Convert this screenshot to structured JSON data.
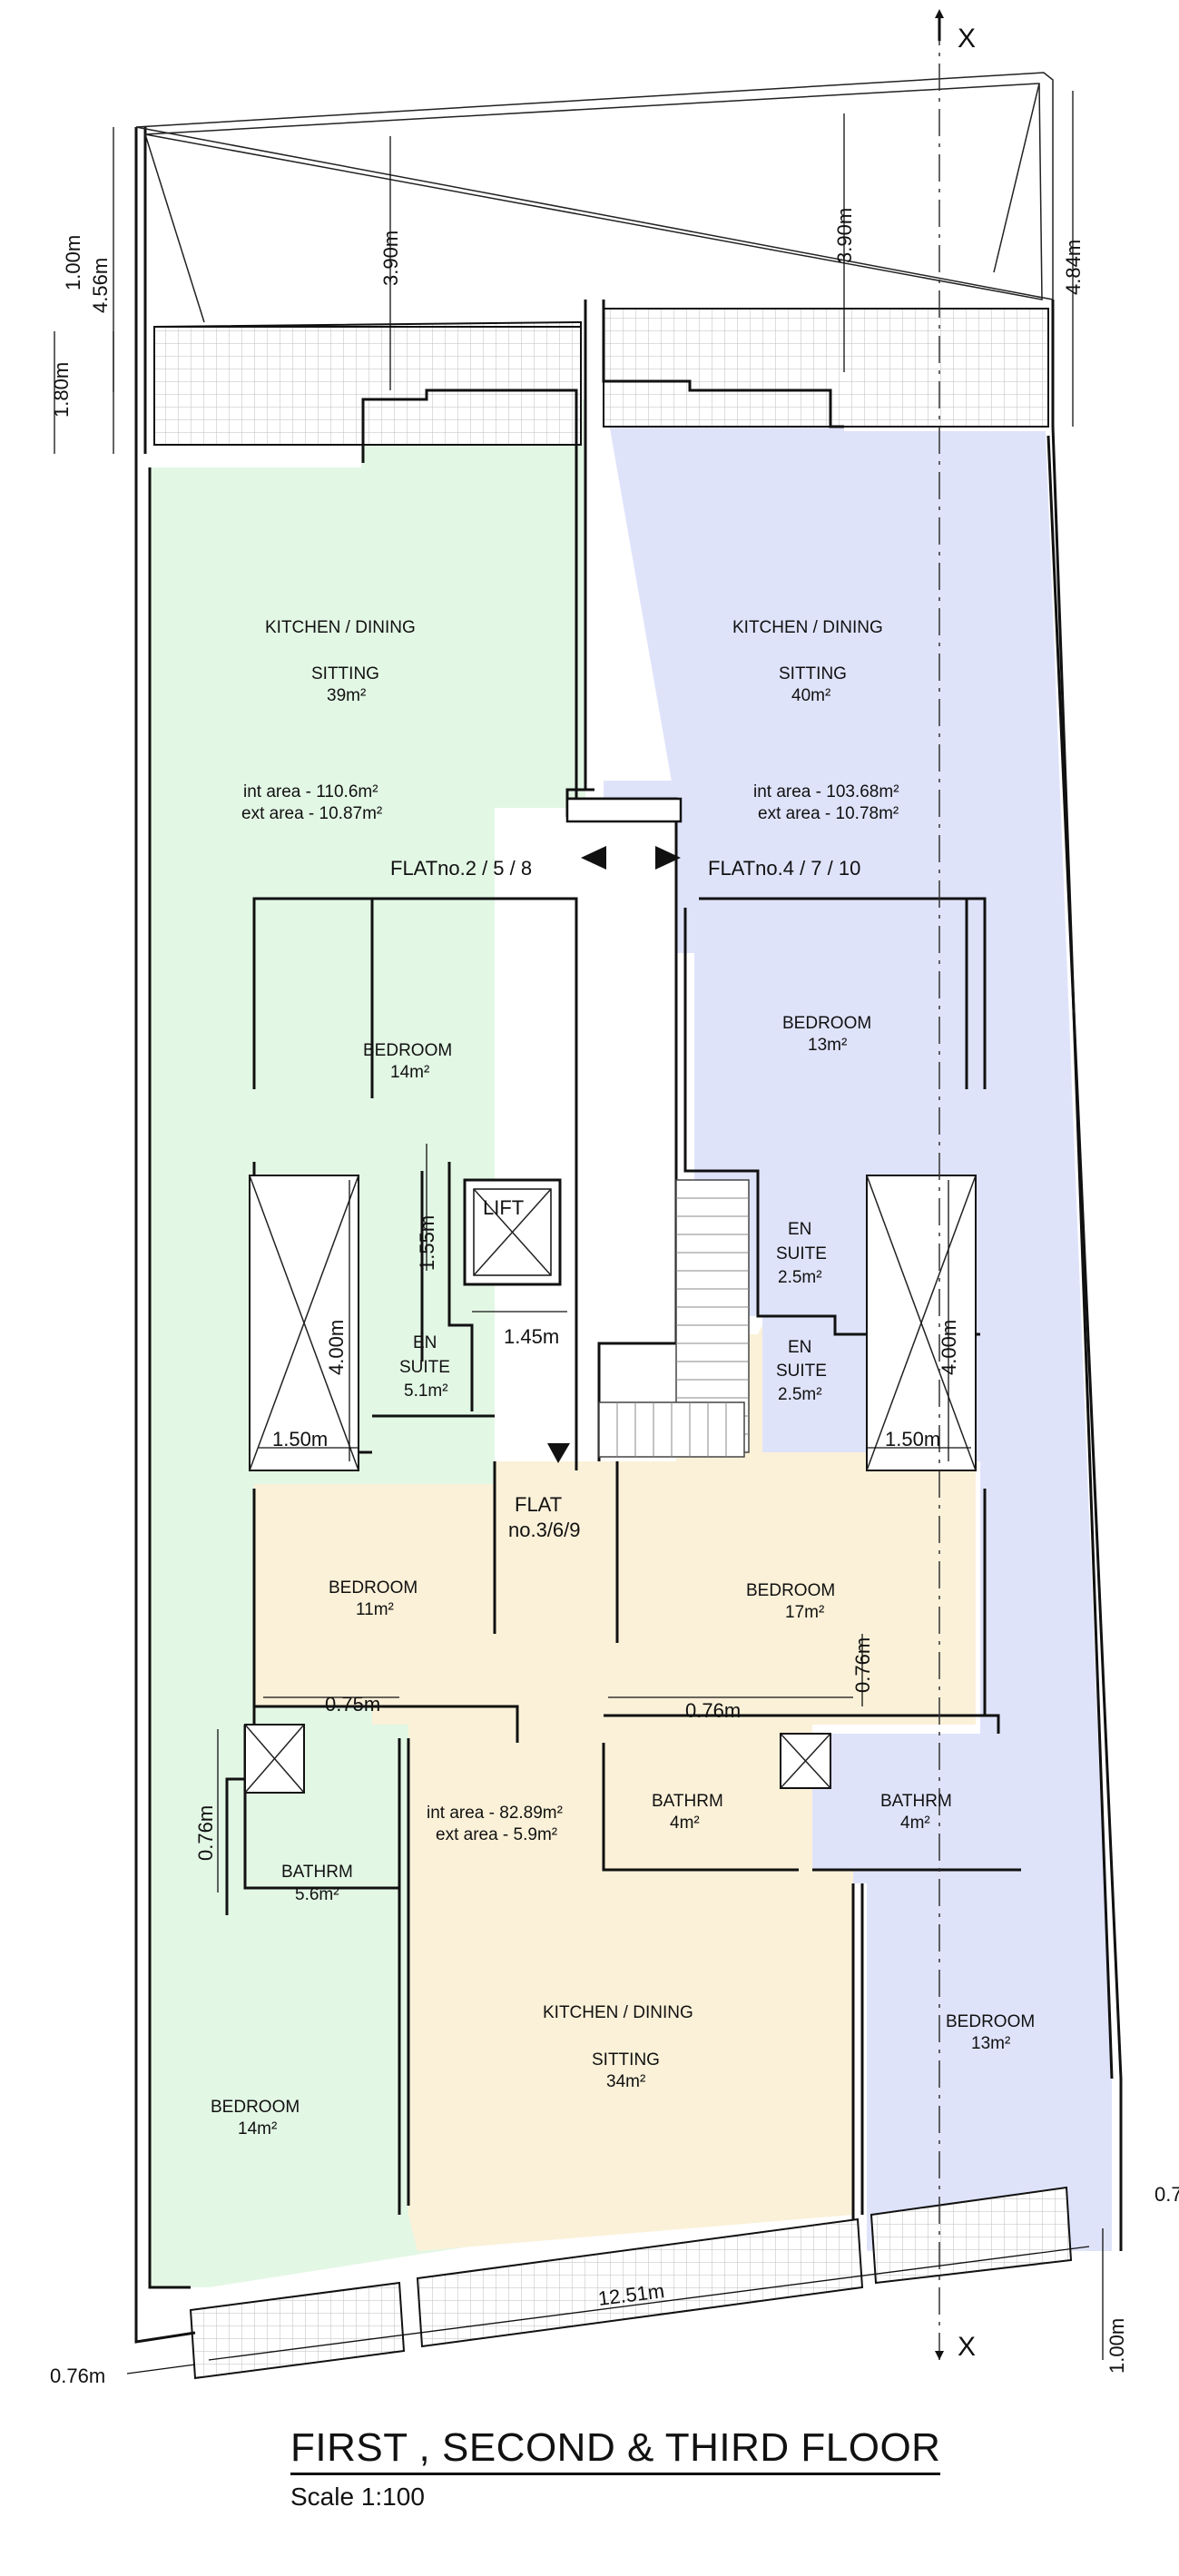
{
  "plan": {
    "axis_marker": "X",
    "flat_a": {
      "label": "FLATno.2 / 5 / 8",
      "kitchen_label": "KITCHEN / DINING",
      "sitting_label": "SITTING",
      "sitting_area": "39m²",
      "int_area": "int area - 110.6m²",
      "ext_area": "ext area - 10.87m²",
      "bedroom_label": "BEDROOM",
      "bedroom_area": "14m²",
      "ensuite_label_1": "EN",
      "ensuite_label_2": "SUITE",
      "ensuite_area": "5.1m²"
    },
    "flat_b": {
      "label": "FLATno.4 / 7 / 10",
      "kitchen_label": "KITCHEN / DINING",
      "sitting_label": "SITTING",
      "sitting_area": "40m²",
      "int_area": "int area - 103.68m²",
      "ext_area": "ext area - 10.78m²",
      "bedroom_label": "BEDROOM",
      "bedroom_area": "13m²",
      "ensuite_label_1": "EN",
      "ensuite_label_2": "SUITE",
      "ensuite_area": "2.5m²",
      "bathroom_label": "BATHRM",
      "bathroom_area": "4m²",
      "bedroom2_label": "BEDROOM",
      "bedroom2_area": "13m²"
    },
    "flat_c": {
      "label_1": "FLAT",
      "label_2": "no.3/6/9",
      "ensuite_label_1": "EN",
      "ensuite_label_2": "SUITE",
      "ensuite_area": "2.5m²",
      "bedroom1_label": "BEDROOM",
      "bedroom1_area": "11m²",
      "bedroom2_label": "BEDROOM",
      "bedroom2_area": "17m²",
      "bathroom1_label": "BATHRM",
      "bathroom1_area": "4m²",
      "int_area": "int area - 82.89m²",
      "ext_area": "ext area - 5.9m²",
      "kitchen_label": "KITCHEN / DINING",
      "sitting_label": "SITTING",
      "sitting_area": "34m²"
    },
    "flat_a_lower": {
      "bathroom_label": "BATHRM",
      "bathroom_area": "5.6m²",
      "bedroom_label": "BEDROOM",
      "bedroom_area": "14m²"
    },
    "lift_label": "LIFT",
    "dimensions": {
      "top_total": "4.56m",
      "top_upper": "1.00m",
      "top_lower": "1.80m",
      "depth_left": "3.90m",
      "depth_right": "3.90m",
      "right_top": "4.84m",
      "lift_height": "1.55m",
      "lift_width": "1.45m",
      "shaft_left_h": "4.00m",
      "shaft_left_w": "1.50m",
      "shaft_right_h": "4.00m",
      "shaft_right_w": "1.50m",
      "left_075": "0.75m",
      "mid_076": "0.76m",
      "mid_076_v": "0.76m",
      "left_076_v": "0.76m",
      "bottom_left": "0.76m",
      "bottom_width": "12.51m",
      "bottom_right": "1.00m",
      "bottom_right_edge": "0.7"
    },
    "colors": {
      "flat_a": "#e3f7e5",
      "flat_b": "#dfe3fa",
      "flat_c": "#fbf1d8",
      "terrace_grid": "#c9c9c9"
    }
  },
  "title": "FIRST , SECOND & THIRD FLOOR",
  "scale": "Scale 1:100"
}
